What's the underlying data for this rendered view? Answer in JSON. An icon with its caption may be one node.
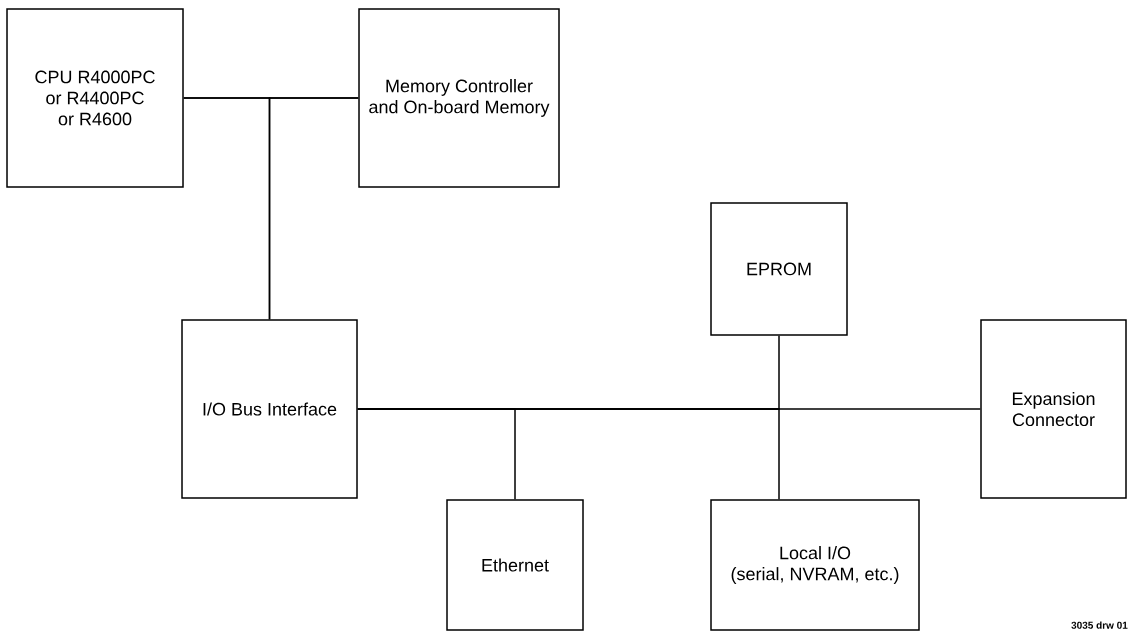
{
  "diagram": {
    "nodes": [
      {
        "text": [
          "CPU R4000PC or R4400PC or R4600"
        ]
      },
      {
        "text": [
          "Memory Controller and On-board Memory"
        ]
      },
      {
        "text": [
          "EPROM"
        ]
      },
      {
        "text": [
          "I/O Bus Interface"
        ]
      },
      {
        "text": [
          "Expansion Connector"
        ]
      },
      {
        "text": [
          "Ethernet"
        ]
      },
      {
        "text": [
          "Local I/O (serial, NVRAM, etc.)"
        ]
      }
    ],
    "edges": [
      {
        "from": 0,
        "to": 1,
        "arrow": "none"
      },
      {
        "from": 0,
        "to": 3,
        "arrow": "none"
      },
      {
        "from": 1,
        "to": 3,
        "arrow": "none"
      },
      {
        "from": 3,
        "to": 5,
        "arrow": "none"
      },
      {
        "from": 3,
        "to": 2,
        "arrow": "none"
      },
      {
        "from": 3,
        "to": 6,
        "arrow": "none"
      },
      {
        "from": 3,
        "to": 4,
        "arrow": "none"
      }
    ],
    "labels": [
      "3035 drw 01"
    ]
  }
}
